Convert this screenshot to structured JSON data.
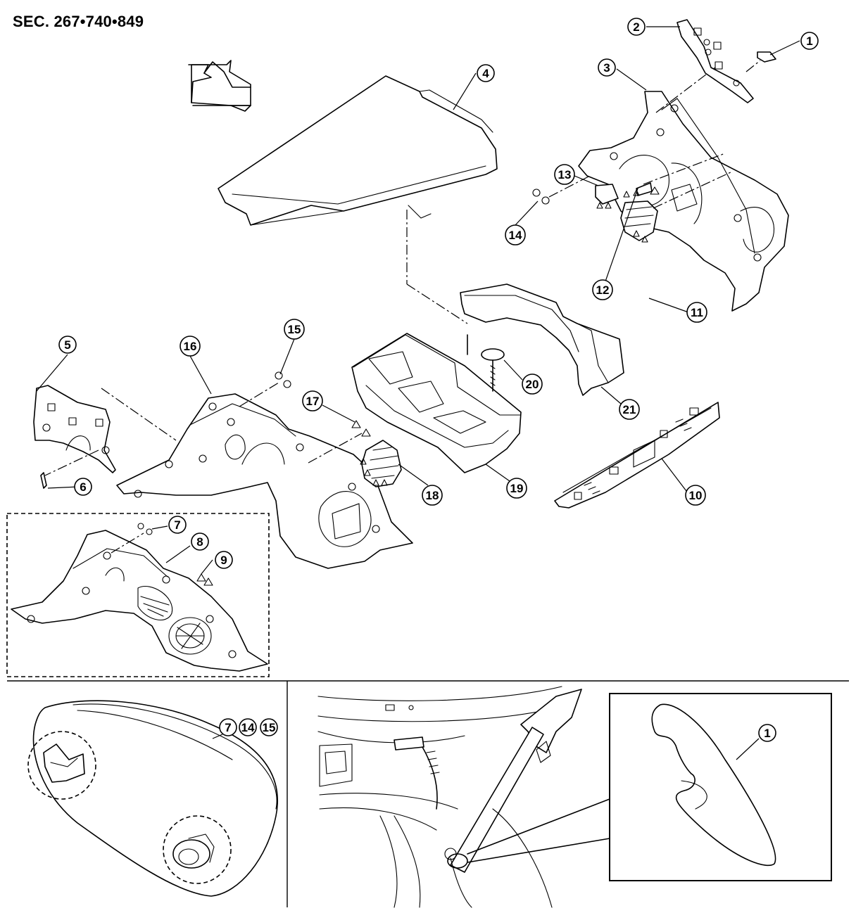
{
  "header": {
    "section_code": "SEC. 267•740•849"
  },
  "callouts": [
    {
      "id": "c1",
      "label": "1"
    },
    {
      "id": "c2",
      "label": "2"
    },
    {
      "id": "c3",
      "label": "3"
    },
    {
      "id": "c4",
      "label": "4"
    },
    {
      "id": "c5",
      "label": "5"
    },
    {
      "id": "c6",
      "label": "6"
    },
    {
      "id": "c7",
      "label": "7"
    },
    {
      "id": "c8",
      "label": "8"
    },
    {
      "id": "c9",
      "label": "9"
    },
    {
      "id": "c10",
      "label": "10"
    },
    {
      "id": "c11",
      "label": "11"
    },
    {
      "id": "c12",
      "label": "12"
    },
    {
      "id": "c13",
      "label": "13"
    },
    {
      "id": "c14",
      "label": "14"
    },
    {
      "id": "c15",
      "label": "15"
    },
    {
      "id": "c16",
      "label": "16"
    },
    {
      "id": "c17",
      "label": "17"
    },
    {
      "id": "c18",
      "label": "18"
    },
    {
      "id": "c19",
      "label": "19"
    },
    {
      "id": "c20",
      "label": "20"
    },
    {
      "id": "c21",
      "label": "21"
    },
    {
      "id": "d7",
      "label": "7"
    },
    {
      "id": "d14",
      "label": "14"
    },
    {
      "id": "d15",
      "label": "15"
    },
    {
      "id": "d1",
      "label": "1"
    }
  ]
}
